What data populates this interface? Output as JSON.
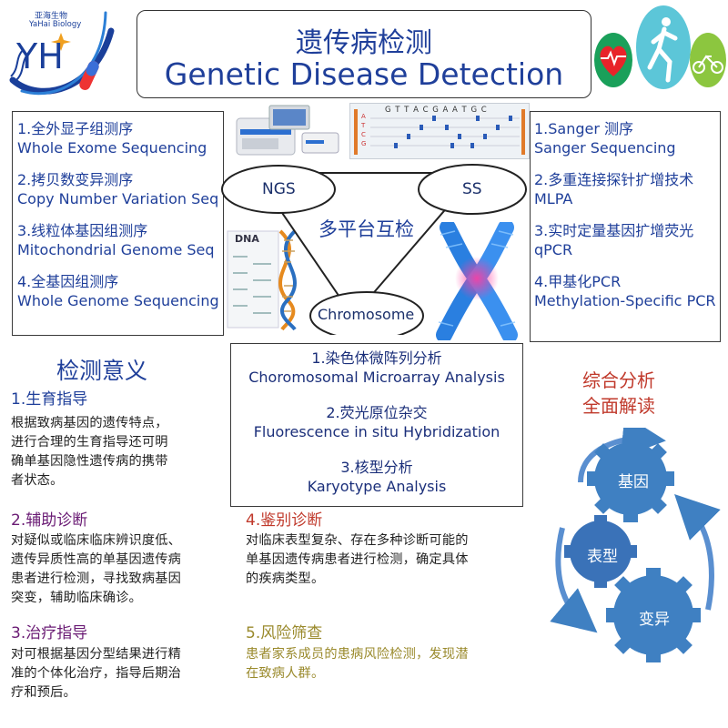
{
  "logo": {
    "brand_cn": "亚海生物",
    "brand_en": "YaHai Biology",
    "letters": "YH"
  },
  "title": {
    "cn": "遗传病检测",
    "en": "Genetic Disease Detection"
  },
  "dna_strip": {
    "sequence": "G T T A C G A A T G C",
    "side_letters": [
      "A",
      "T",
      "C",
      "G"
    ]
  },
  "dna_book": {
    "label": "DNA"
  },
  "ngs_box": {
    "items": [
      {
        "cn": "1.全外显子组测序",
        "en": "Whole Exome Sequencing"
      },
      {
        "cn": "2.拷贝数变异测序",
        "en": "Copy Number Variation Seq"
      },
      {
        "cn": "3.线粒体基因组测序",
        "en": "Mitochondrial Genome Seq"
      },
      {
        "cn": "4.全基因组测序",
        "en": "Whole Genome Sequencing"
      }
    ]
  },
  "ss_box": {
    "items": [
      {
        "cn": "1.Sanger 测序",
        "en": "Sanger Sequencing"
      },
      {
        "cn": "2.多重连接探针扩增技术",
        "en": "MLPA"
      },
      {
        "cn": "3.实时定量基因扩增荧光",
        "en": "qPCR"
      },
      {
        "cn": "4.甲基化PCR",
        "en": "Methylation-Specific PCR"
      }
    ]
  },
  "triangle": {
    "ngs": "NGS",
    "ss": "SS",
    "chromosome": "Chromosome",
    "center": "多平台互检"
  },
  "chromo_box": {
    "items": [
      {
        "cn": "1.染色体微阵列分析",
        "en": "Choromosomal Microarray Analysis"
      },
      {
        "cn": "2.荧光原位杂交",
        "en": "Fluorescence in situ Hybridization"
      },
      {
        "cn": "3.核型分析",
        "en": "Karyotype Analysis"
      }
    ]
  },
  "significance": {
    "title": "检测意义",
    "s1": {
      "head": "1.生育指导",
      "lines": [
        "根据致病基因的遗传特点，",
        "进行合理的生育指导还可明",
        "确单基因隐性遗传病的携带",
        "者状态。"
      ]
    },
    "s2": {
      "head": "2.辅助诊断",
      "lines": [
        "对疑似或临床临床辨识度低、",
        "遗传异质性高的单基因遗传病",
        "患者进行检测，寻找致病基因",
        "突变，辅助临床确诊。"
      ]
    },
    "s3": {
      "head": "3.治疗指导",
      "lines": [
        "对可根据基因分型结果进行精",
        "准的个体化治疗，指导后期治",
        "疗和预后。"
      ]
    },
    "s4": {
      "head": "4.鉴别诊断",
      "lines": [
        "对临床表型复杂、存在多种诊断可能的",
        "单基因遗传病患者进行检测，确定具体",
        "的疾病类型。"
      ]
    },
    "s5": {
      "head": "5.风险筛查",
      "lines": [
        "患者家系成员的患病风险检测，发现潜",
        "在致病人群。"
      ]
    }
  },
  "analysis": {
    "lines": [
      "综合分析",
      "全面解读"
    ],
    "gears": [
      "基因",
      "表型",
      "变异"
    ]
  },
  "colors": {
    "title_blue": "#1f3f9a",
    "red": "#c0392b",
    "purple": "#6a1b74",
    "olive": "#9a8a2c",
    "gear_blue": "#3f80c2"
  }
}
